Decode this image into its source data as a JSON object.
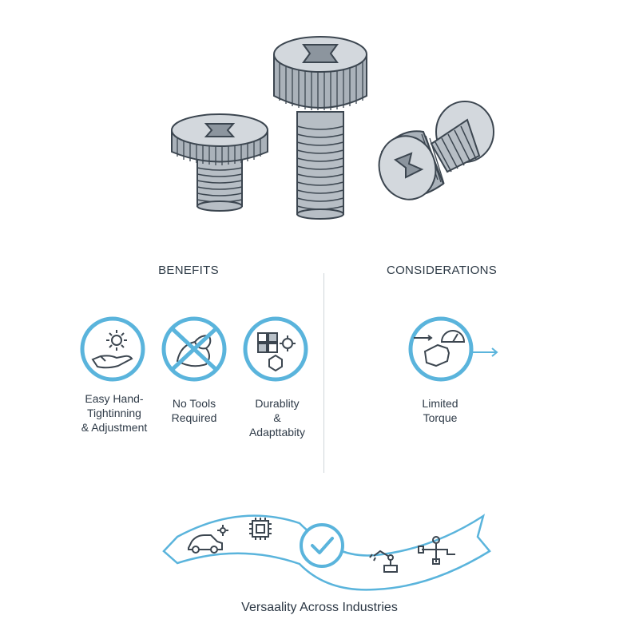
{
  "benefits": {
    "heading": "BENEFITS",
    "items": [
      {
        "icon": "hand-gear-icon",
        "label": "Easy Hand-\nTightinning\n& Adjustment"
      },
      {
        "icon": "no-tools-icon",
        "label": "No Tools\nRequired"
      },
      {
        "icon": "durability-blocks-icon",
        "label": "Durablity\n&\nAdapttabity"
      }
    ]
  },
  "considerations": {
    "heading": "CONSIDERATIONS",
    "items": [
      {
        "icon": "torque-gauge-icon",
        "label": "Limited\nTorque"
      }
    ]
  },
  "industries": {
    "caption": "Versaality Across Industries",
    "icons": [
      "car-icon",
      "chip-icon",
      "checkmark-icon",
      "robot-arm-icon",
      "pipe-valve-icon"
    ]
  },
  "colors": {
    "accent": "#5ab4dc",
    "line": "#3c4650",
    "metal": "#b5bcc4"
  }
}
